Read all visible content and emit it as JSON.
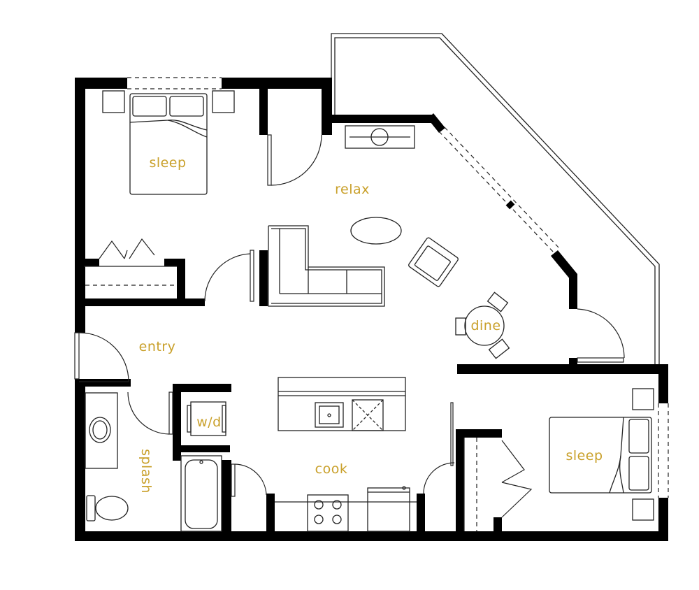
{
  "colors": {
    "background": "#ffffff",
    "wall": "#000000",
    "line": "#222222",
    "label": "#c9a02a"
  },
  "rooms": {
    "sleep_a": "sleep",
    "relax": "relax",
    "dine": "dine",
    "entry": "entry",
    "wd": "w/d",
    "splash": "splash",
    "cook": "cook",
    "sleep_b": "sleep"
  }
}
